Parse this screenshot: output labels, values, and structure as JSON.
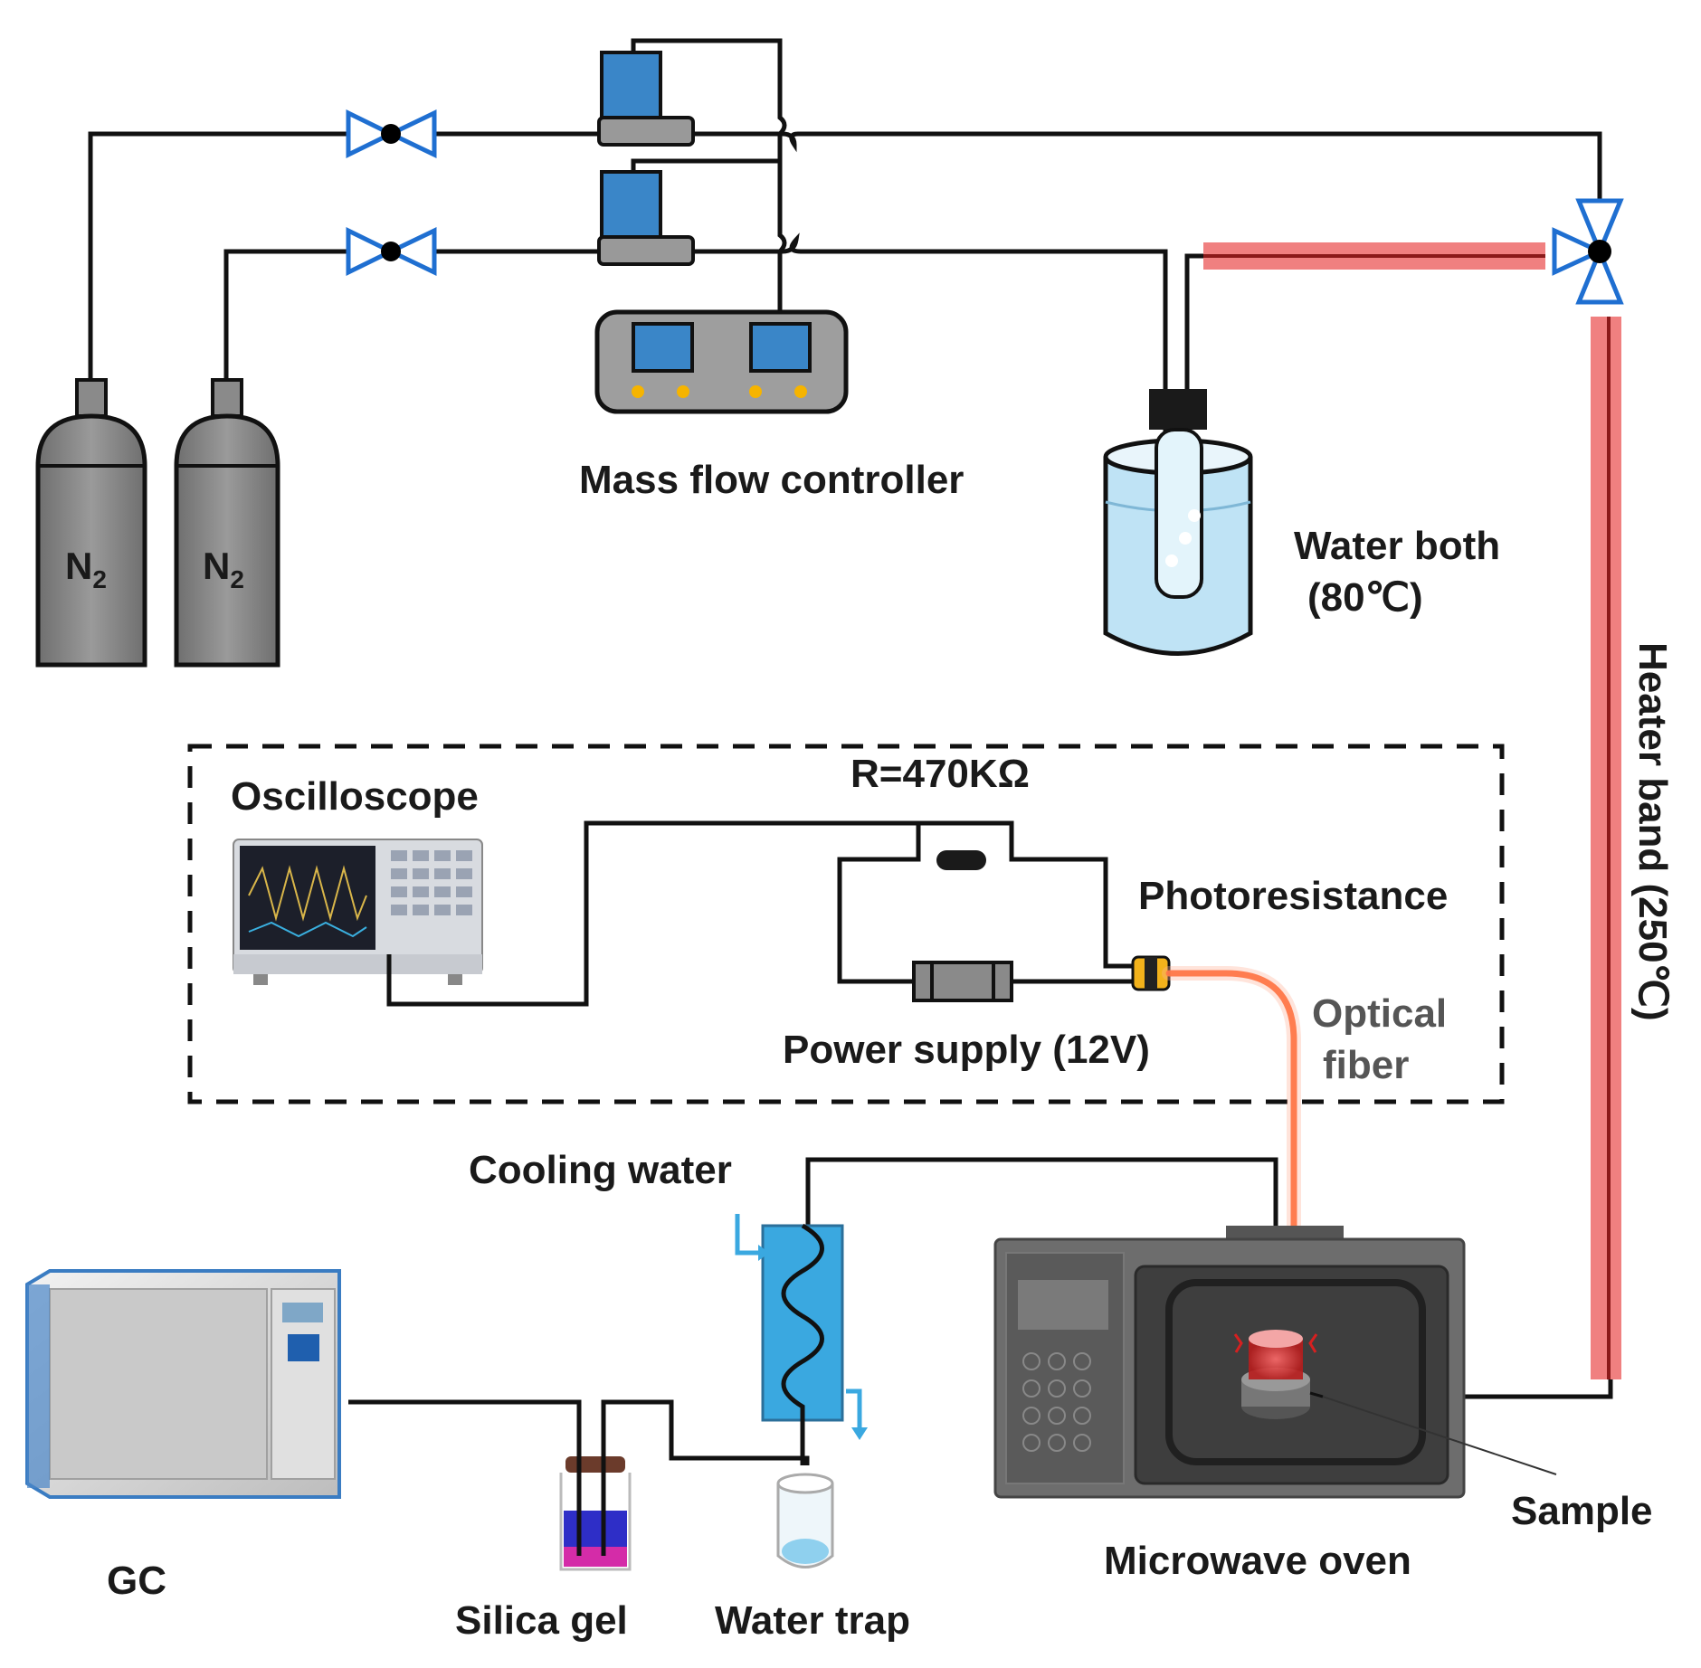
{
  "labels": {
    "gas_left": "N",
    "gas_left_sub": "2",
    "gas_right": "N",
    "gas_right_sub": "2",
    "mass_flow_controller": "Mass flow controller",
    "water_bath_line1": "Water both",
    "water_bath_line2": "(80℃)",
    "heater_band": "Heater band (250℃)",
    "resistor": "R=470KΩ",
    "oscilloscope": "Oscilloscope",
    "photoresistance": "Photoresistance",
    "power_supply": "Power supply (12V)",
    "optical_fiber_line1": "Optical",
    "optical_fiber_line2": "fiber",
    "cooling_water": "Cooling water",
    "gc": "GC",
    "silica_gel": "Silica gel",
    "water_trap": "Water trap",
    "microwave_oven": "Microwave oven",
    "sample": "Sample"
  },
  "colors": {
    "line": "#111111",
    "valve": "#1f6fd1",
    "device_blue": "#3a86c8",
    "cylinder_grey": "#8a8a8a",
    "heater": "#f08080",
    "fiber": "#ff5a1f",
    "water": "#bfe3f5",
    "condenser": "#3aa8e0"
  }
}
